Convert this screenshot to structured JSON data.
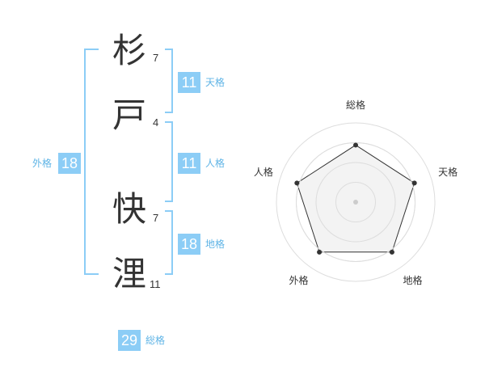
{
  "colors": {
    "accent": "#8ccdf6",
    "accent_text": "#5fb4e6",
    "radar_fill": "#f1f1f1",
    "ring": "#dddddd"
  },
  "name": {
    "chars": [
      {
        "char": "杉",
        "strokes": "7"
      },
      {
        "char": "戸",
        "strokes": "4"
      },
      {
        "char": "快",
        "strokes": "7"
      },
      {
        "char": "浬",
        "strokes": "11"
      }
    ]
  },
  "kaku": {
    "tenkaku": {
      "value": "11",
      "label": "天格"
    },
    "jinkaku": {
      "value": "11",
      "label": "人格"
    },
    "chikaku": {
      "value": "18",
      "label": "地格"
    },
    "gaikaku": {
      "value": "18",
      "label": "外格"
    },
    "soukaku": {
      "value": "29",
      "label": "総格"
    }
  },
  "chart_data": {
    "type": "radar",
    "axes": [
      "総格",
      "天格",
      "地格",
      "外格",
      "人格"
    ],
    "values": [
      0.72,
      0.78,
      0.78,
      0.78,
      0.78
    ],
    "rings": 4,
    "max": 1
  }
}
